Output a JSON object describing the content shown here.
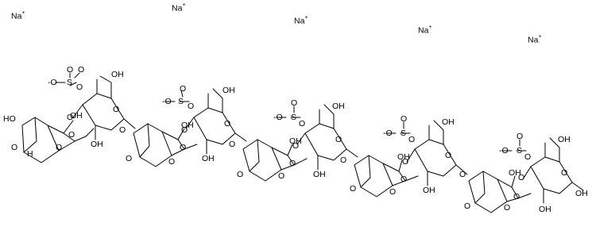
{
  "structure": {
    "kind": "chemical-structure",
    "description_text": "",
    "sodium_ions": [
      "Na",
      "Na",
      "Na",
      "Na",
      "Na"
    ],
    "ion_charge": "+",
    "sulfate_group": {
      "anion": "-O",
      "sulfur": "S",
      "oxygen": "O"
    },
    "units": [
      {
        "ring": "anhydrogalactose",
        "labels": [
          "HO",
          "OH",
          "O",
          "H",
          "O",
          "O"
        ]
      },
      {
        "ring": "galactose-4-sulfate",
        "labels": [
          "OH",
          "OH",
          "O",
          "O",
          "O"
        ]
      },
      {
        "ring": "anhydrogalactose",
        "labels": [
          "OH",
          "O",
          "O",
          "O"
        ]
      },
      {
        "ring": "galactose-4-sulfate",
        "labels": [
          "OH",
          "OH",
          "O",
          "O",
          "O"
        ]
      },
      {
        "ring": "anhydrogalactose",
        "labels": [
          "OH",
          "O",
          "O",
          "O"
        ]
      },
      {
        "ring": "galactose-4-sulfate",
        "labels": [
          "OH",
          "OH",
          "O",
          "O",
          "O"
        ]
      },
      {
        "ring": "anhydrogalactose",
        "labels": [
          "OH",
          "O",
          "O",
          "O"
        ]
      },
      {
        "ring": "galactose-4-sulfate",
        "labels": [
          "OH",
          "OH",
          "O",
          "O",
          "O"
        ]
      },
      {
        "ring": "anhydrogalactose",
        "labels": [
          "OH",
          "O",
          "O",
          "O"
        ]
      },
      {
        "ring": "galactose-4-sulfate",
        "labels": [
          "OH",
          "OH",
          "OH",
          "O",
          "O"
        ]
      }
    ],
    "colors": {
      "bond": "#000000",
      "background": "#ffffff"
    }
  }
}
